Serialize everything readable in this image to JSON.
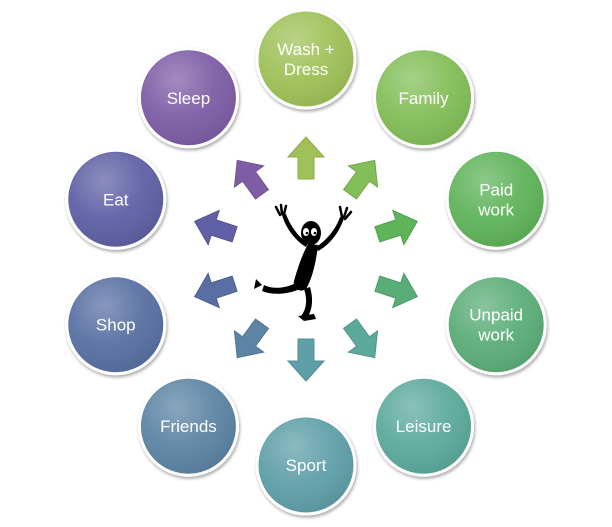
{
  "center": {
    "icon": "dancing-person-icon"
  },
  "nodes": [
    {
      "id": "wash-dress",
      "lines": [
        "Wash +",
        "Dress"
      ],
      "color": "#9FC158"
    },
    {
      "id": "family",
      "lines": [
        "Family"
      ],
      "color": "#83BE59"
    },
    {
      "id": "paid-work",
      "lines": [
        "Paid",
        "work"
      ],
      "color": "#5FB35A"
    },
    {
      "id": "unpaid-work",
      "lines": [
        "Unpaid",
        "work"
      ],
      "color": "#5BAD78"
    },
    {
      "id": "leisure",
      "lines": [
        "Leisure"
      ],
      "color": "#5CA99C"
    },
    {
      "id": "sport",
      "lines": [
        "Sport"
      ],
      "color": "#5E9FA8"
    },
    {
      "id": "friends",
      "lines": [
        "Friends"
      ],
      "color": "#5C84A4"
    },
    {
      "id": "shop",
      "lines": [
        "Shop"
      ],
      "color": "#596FA3"
    },
    {
      "id": "eat",
      "lines": [
        "Eat"
      ],
      "color": "#5F60A5"
    },
    {
      "id": "sleep",
      "lines": [
        "Sleep"
      ],
      "color": "#7F5DA6"
    }
  ]
}
